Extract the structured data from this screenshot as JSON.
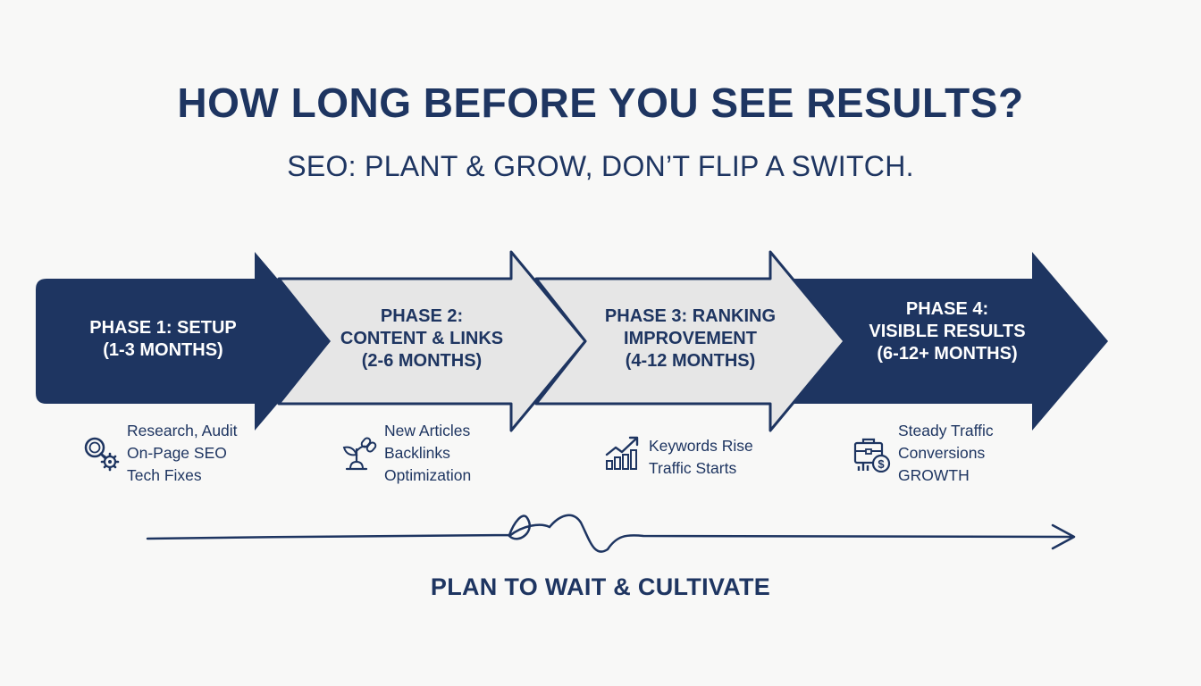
{
  "title": "HOW LONG BEFORE YOU SEE RESULTS?",
  "subtitle": "SEO: PLANT & GROW, DON’T FLIP A SWITCH.",
  "colors": {
    "navy": "#1e3561",
    "light_gray": "#e6e6e6",
    "white": "#ffffff"
  },
  "phases": [
    {
      "label": "PHASE 1: SETUP\n(1-3 MONTHS)",
      "icon": "magnifier-gear-icon",
      "details": [
        "Research, Audit",
        "On-Page SEO",
        "Tech Fixes"
      ]
    },
    {
      "label": "PHASE 2:\nCONTENT & LINKS\n(2-6 MONTHS)",
      "icon": "sprout-chain-link-icon",
      "details": [
        "New Articles",
        "Backlinks",
        "Optimization"
      ]
    },
    {
      "label": "PHASE 3: RANKING\nIMPROVEMENT\n(4-12 MONTHS)",
      "icon": "bar-chart-trend-icon",
      "details": [
        "Keywords Rise",
        "Traffic Starts"
      ]
    },
    {
      "label": "PHASE 4:\nVISIBLE RESULTS\n(6-12+ MONTHS)",
      "icon": "briefcase-dollar-icon",
      "details": [
        "Steady Traffic",
        "Conversions",
        "GROWTH"
      ]
    }
  ],
  "footer": "PLAN TO WAIT & CULTIVATE"
}
